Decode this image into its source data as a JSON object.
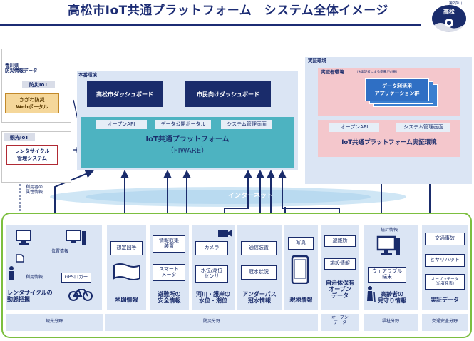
{
  "title": "高松市IoT共通プラットフォーム　システム全体イメージ",
  "logo": {
    "top": "第2次山",
    "city": "高松",
    "icon": "takamatsu-city-logo"
  },
  "left": {
    "kagawa_title": "香川県\n防災情報データ",
    "bousai_iot": "防災IoT",
    "kagawa_portal": "かがわ防災\nWebポータル",
    "kanko_iot": "観光IoT",
    "rental_system": "レンタサイクル\n管理システム",
    "user_info": "利用者の\n属性情報"
  },
  "production": {
    "label": "本番環境",
    "dash_city": "高松市ダッシュボード",
    "dash_citizen": "市民向けダッシュボード",
    "open_api": "オープンAPI",
    "data_portal": "データ公開ポータル",
    "sys_admin": "システム管理画面",
    "platform": "IoT共通プラットフォーム",
    "fiware": "（FIWARE）"
  },
  "verification": {
    "label": "実証環境",
    "operator_env": "実証者環境",
    "operator_note": "（※実証者による準備が必要）",
    "app_group": "データ利活用\nアプリケーション群",
    "open_api": "オープンAPI",
    "sys_admin": "システム管理画面",
    "platform": "IoT共通プラットフォーム実証環境"
  },
  "internet": "インターネット",
  "colors": {
    "navy": "#1a2c6b",
    "teal": "#4db3c1",
    "pink": "#f4c7cc",
    "green": "#7cbf3f",
    "blue": "#3f6fb0"
  },
  "fields": {
    "rental": {
      "position": "位置情報",
      "usage": "利用情報",
      "gps": "GPSロガー",
      "name": "レンタサイクルの\n動態把握"
    },
    "map": {
      "assumed": "想定図等",
      "name": "地図情報"
    },
    "shelter": {
      "info": "情報収集\n装置",
      "smart": "スマート\nメータ",
      "name": "避難所の\n安全情報"
    },
    "river": {
      "camera": "カメラ",
      "sensor": "水位/潮位\nセンサ",
      "name": "河川・護岸の\n水位・潮位"
    },
    "underpass": {
      "comm": "通信装置",
      "flood": "冠水状況",
      "name": "アンダーパス\n冠水情報"
    },
    "site": {
      "photo": "写真",
      "name": "現地情報"
    },
    "opendata": {
      "evac": "避難所",
      "facility": "施設情報",
      "name": "自治体保有\nオープン\nデータ"
    },
    "elderly": {
      "stats": "統計情報",
      "wearable": "ウェアラブル\n端末",
      "name": "高齢者の\n見守り情報"
    },
    "traffic": {
      "accident": "交通事故",
      "hiyari": "ヒヤリハット",
      "opendata": "オープンデータ\n（記者発表）",
      "name": "実証データ"
    }
  },
  "categories": {
    "tourism": "観光分野",
    "disaster": "防災分野",
    "opendata": "オープン\nデータ",
    "welfare": "福祉分野",
    "traffic": "交通安全分野"
  }
}
